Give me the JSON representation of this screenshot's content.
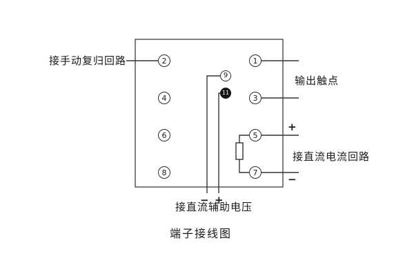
{
  "diagram_title": "端子接线图",
  "labels": {
    "manual_reset_loop": "接手动复归回路",
    "output_contacts": "输出触点",
    "dc_current_loop": "接直流电流回路",
    "dc_aux_voltage": "接直流辅助电压"
  },
  "polarity": {
    "current_plus": "+",
    "current_minus": "−",
    "aux_minus": "−",
    "aux_plus": "+"
  },
  "terminals": {
    "left_column": [
      "2",
      "4",
      "6",
      "8"
    ],
    "right_column": [
      "1",
      "3",
      "5",
      "7"
    ],
    "middle_column": [
      "9",
      "11"
    ]
  }
}
